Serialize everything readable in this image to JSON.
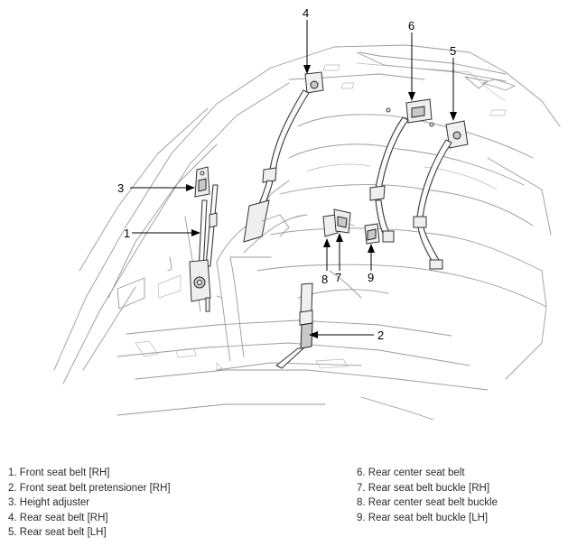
{
  "callouts": [
    "1",
    "2",
    "3",
    "4",
    "5",
    "6",
    "7",
    "8",
    "9"
  ],
  "legend": {
    "left": [
      "1. Front seat belt [RH]",
      "2. Front seat belt pretensioner [RH]",
      "3. Height adjuster",
      "4. Rear seat belt [RH]",
      "5. Rear seat belt [LH]"
    ],
    "right": [
      "6. Rear center seat belt",
      "7. Rear seat belt buckle [RH]",
      "8. Rear center seat belt buckle",
      "9. Rear seat belt buckle [LH]"
    ]
  },
  "colors": {
    "outline": "#9a9a9a",
    "part": "#333333",
    "leader": "#000000"
  }
}
